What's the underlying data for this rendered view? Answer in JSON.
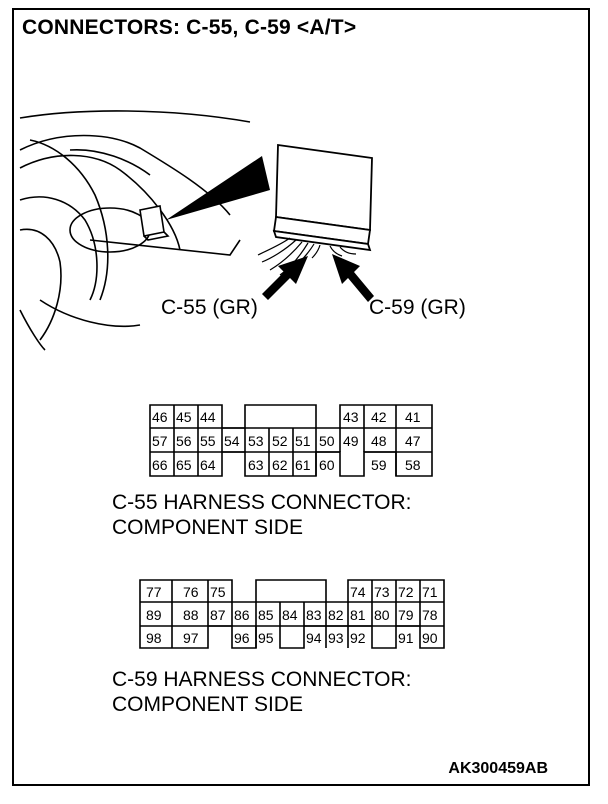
{
  "title": "CONNECTORS: C-55, C-59 <A/T>",
  "callouts": {
    "c55": "C-55 (GR)",
    "c59": "C-59 (GR)"
  },
  "c55": {
    "caption_line1": "C-55 HARNESS CONNECTOR:",
    "caption_line2": "COMPONENT SIDE",
    "row1": [
      "46",
      "45",
      "44",
      "43",
      "42",
      "41"
    ],
    "row2": [
      "57",
      "56",
      "55",
      "54",
      "53",
      "52",
      "51",
      "50",
      "49",
      "48",
      "47"
    ],
    "row3": [
      "66",
      "65",
      "64",
      "63",
      "62",
      "61",
      "60",
      "59",
      "58"
    ]
  },
  "c59": {
    "caption_line1": "C-59 HARNESS CONNECTOR:",
    "caption_line2": "COMPONENT SIDE",
    "row1": [
      "77",
      "76",
      "75",
      "74",
      "73",
      "72",
      "71"
    ],
    "row2": [
      "89",
      "88",
      "87",
      "86",
      "85",
      "84",
      "83",
      "82",
      "81",
      "80",
      "79",
      "78"
    ],
    "row3": [
      "98",
      "97",
      "96",
      "95",
      "94",
      "93",
      "92",
      "91",
      "90"
    ]
  },
  "figure_code": "AK300459AB"
}
